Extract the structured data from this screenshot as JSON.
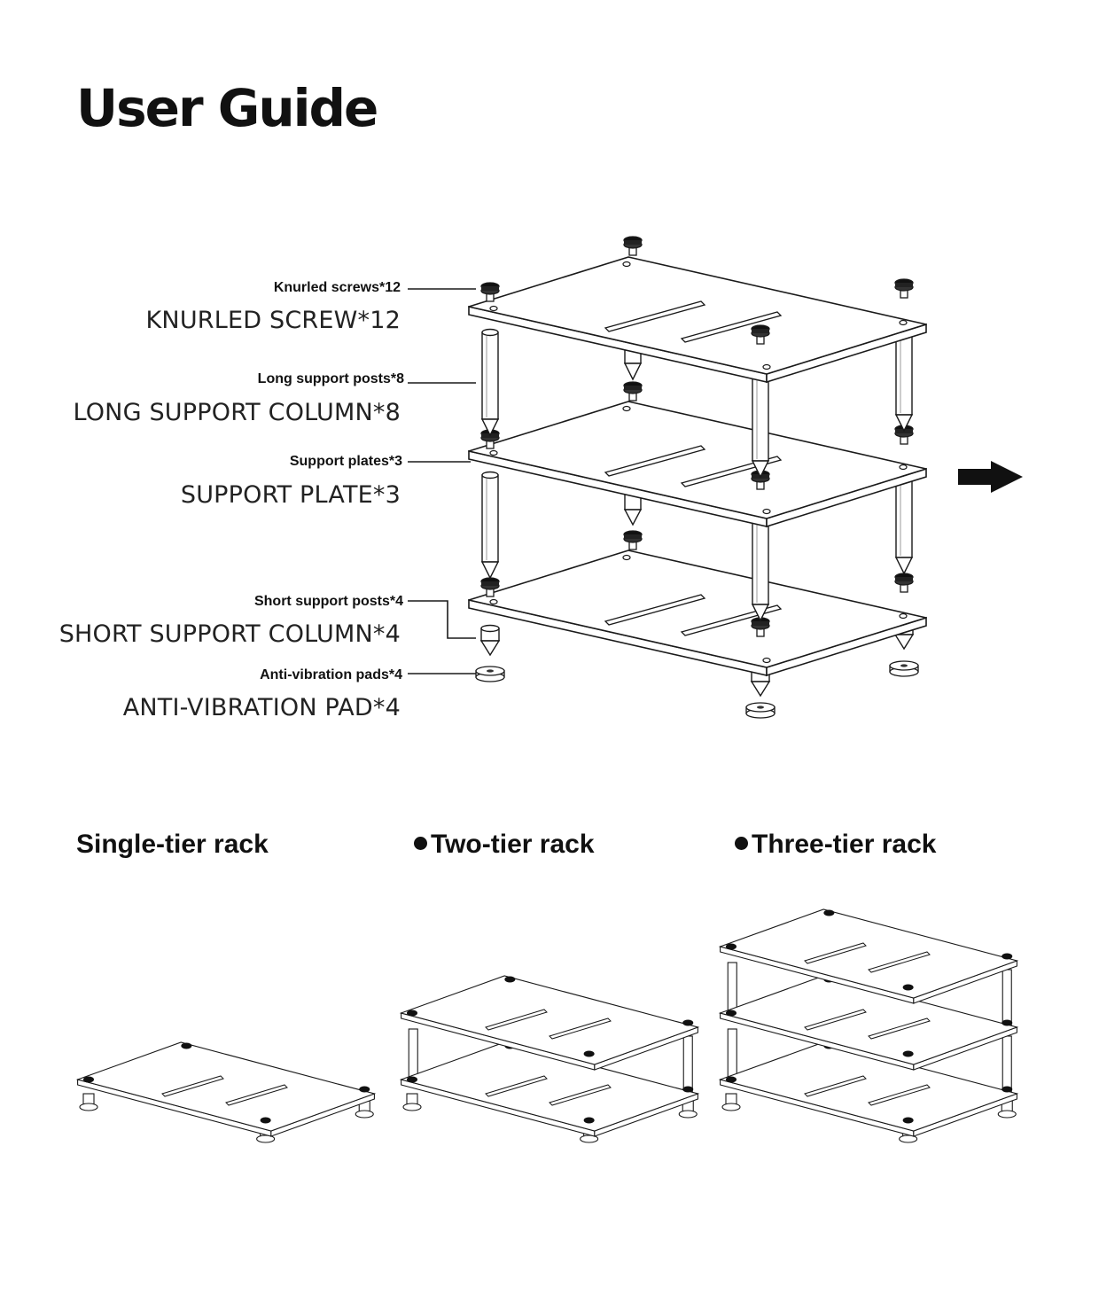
{
  "title": "User Guide",
  "parts": [
    {
      "small": "Knurled screws*12",
      "large": "KNURLED SCREW*12"
    },
    {
      "small": "Long support posts*8",
      "large": "LONG SUPPORT COLUMN*8"
    },
    {
      "small": "Support plates*3",
      "large": "SUPPORT PLATE*3"
    },
    {
      "small": "Short support posts*4",
      "large": "SHORT SUPPORT COLUMN*4"
    },
    {
      "small": "Anti-vibration pads*4",
      "large": "ANTI-VIBRATION PAD*4"
    }
  ],
  "configurations": [
    {
      "label": "Single-tier rack",
      "bullet": false,
      "tiers": 1
    },
    {
      "label": "Two-tier rack",
      "bullet": true,
      "tiers": 2
    },
    {
      "label": "Three-tier rack",
      "bullet": true,
      "tiers": 3
    }
  ],
  "icons": {
    "arrow": "arrow-right-icon"
  }
}
